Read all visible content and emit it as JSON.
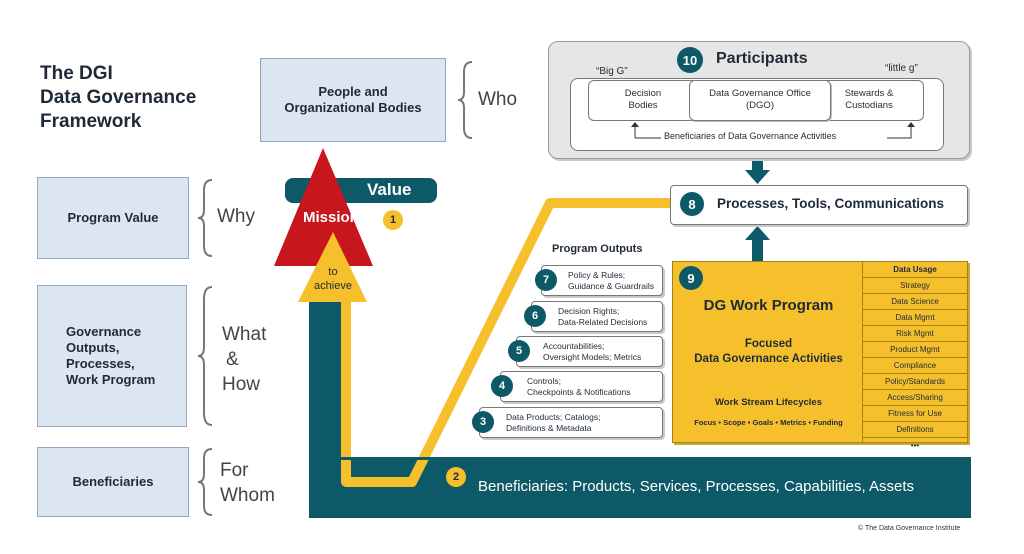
{
  "title": [
    "The DGI",
    "Data Governance",
    "Framework"
  ],
  "left": {
    "who_box": "People and Organizational Bodies",
    "who": "Who",
    "why_box": "Program Value",
    "why": "Why",
    "what_box": "Governance Outputs, Processes, Work Program",
    "what": [
      "What",
      "&",
      "How"
    ],
    "whom_box": "Beneficiaries",
    "whom": [
      "For",
      "Whom"
    ]
  },
  "center": {
    "value": "Value",
    "mission": "Mission",
    "mission_num": "1",
    "to_achieve": [
      "to",
      "achieve"
    ]
  },
  "participants": {
    "num": "10",
    "title": "Participants",
    "big_g": "“Big G”",
    "little_g": "“little g”",
    "decision_bodies": [
      "Decision",
      "Bodies"
    ],
    "dgo": [
      "Data Governance Office",
      "(DGO)"
    ],
    "stewards": [
      "Stewards &",
      "Custodians"
    ],
    "beneficiaries": "Beneficiaries of Data Governance Activities"
  },
  "processes": {
    "num": "8",
    "label": "Processes, Tools, Communications"
  },
  "program_outputs": {
    "heading": "Program Outputs",
    "items": [
      {
        "num": "7",
        "lines": [
          "Policy & Rules;",
          "Guidance & Guardrails"
        ]
      },
      {
        "num": "6",
        "lines": [
          "Decision Rights;",
          "Data-Related Decisions"
        ]
      },
      {
        "num": "5",
        "lines": [
          "Accountabilities;",
          "Oversight Models; Metrics"
        ]
      },
      {
        "num": "4",
        "lines": [
          "Controls;",
          "Checkpoints & Notifications"
        ]
      },
      {
        "num": "3",
        "lines": [
          "Data Products; Catalogs;",
          "Definitions & Metadata"
        ]
      }
    ]
  },
  "work_program": {
    "num": "9",
    "title": "DG Work Program",
    "focused": [
      "Focused",
      "Data Governance Activities"
    ],
    "lifecycles": "Work Stream Lifecycles",
    "lifecycle_items": "Focus • Scope • Goals • Metrics • Funding"
  },
  "data_usage": {
    "heading": "Data Usage",
    "items": [
      "Strategy",
      "Data Science",
      "Data Mgmt",
      "Risk Mgmt",
      "Product Mgmt",
      "Compliance",
      "Policy/Standards",
      "Access/Sharing",
      "Fitness for Use",
      "Definitions",
      "•••"
    ]
  },
  "beneficiaries_bar": {
    "num": "2",
    "label": "Beneficiaries: Products, Services, Processes, Capabilities, Assets"
  },
  "copyright": "© The Data Governance Institute",
  "colors": {
    "teal": "#0e5967",
    "gold": "#f6c02c",
    "red": "#c8161d",
    "light_blue": "#dbe6f1"
  }
}
